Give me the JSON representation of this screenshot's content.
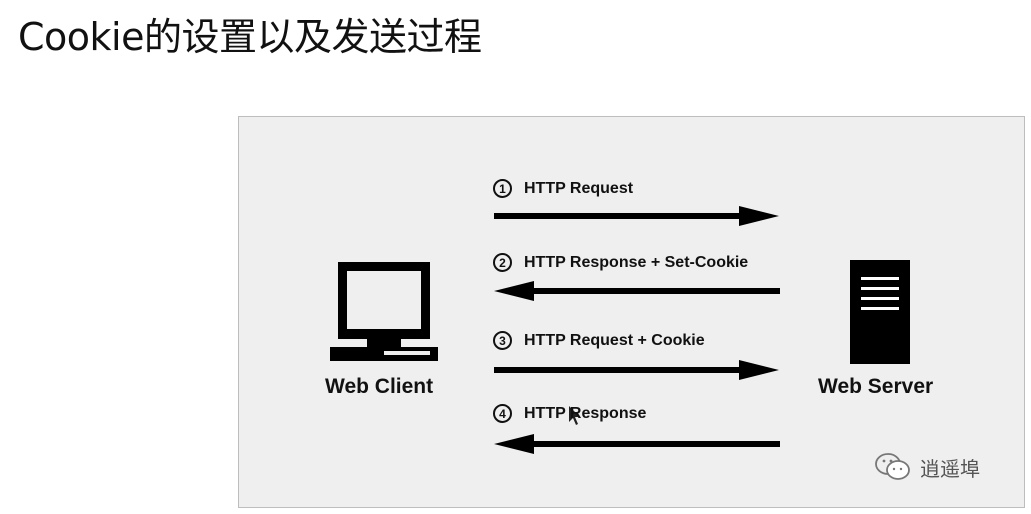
{
  "title": "Cookie的设置以及发送过程",
  "diagram": {
    "client_label": "Web Client",
    "server_label": "Web Server",
    "messages": [
      {
        "number": "1",
        "text": "HTTP Request",
        "direction": "client-to-server"
      },
      {
        "number": "2",
        "text": "HTTP Response + Set-Cookie",
        "direction": "server-to-client"
      },
      {
        "number": "3",
        "text": "HTTP Request + Cookie",
        "direction": "client-to-server"
      },
      {
        "number": "4",
        "text": "HTTP Response",
        "direction": "server-to-client"
      }
    ]
  },
  "watermark": {
    "text": "逍遥埠",
    "icon": "wechat-icon"
  },
  "colors": {
    "panel_background": "#efefef",
    "ink": "#111111"
  }
}
